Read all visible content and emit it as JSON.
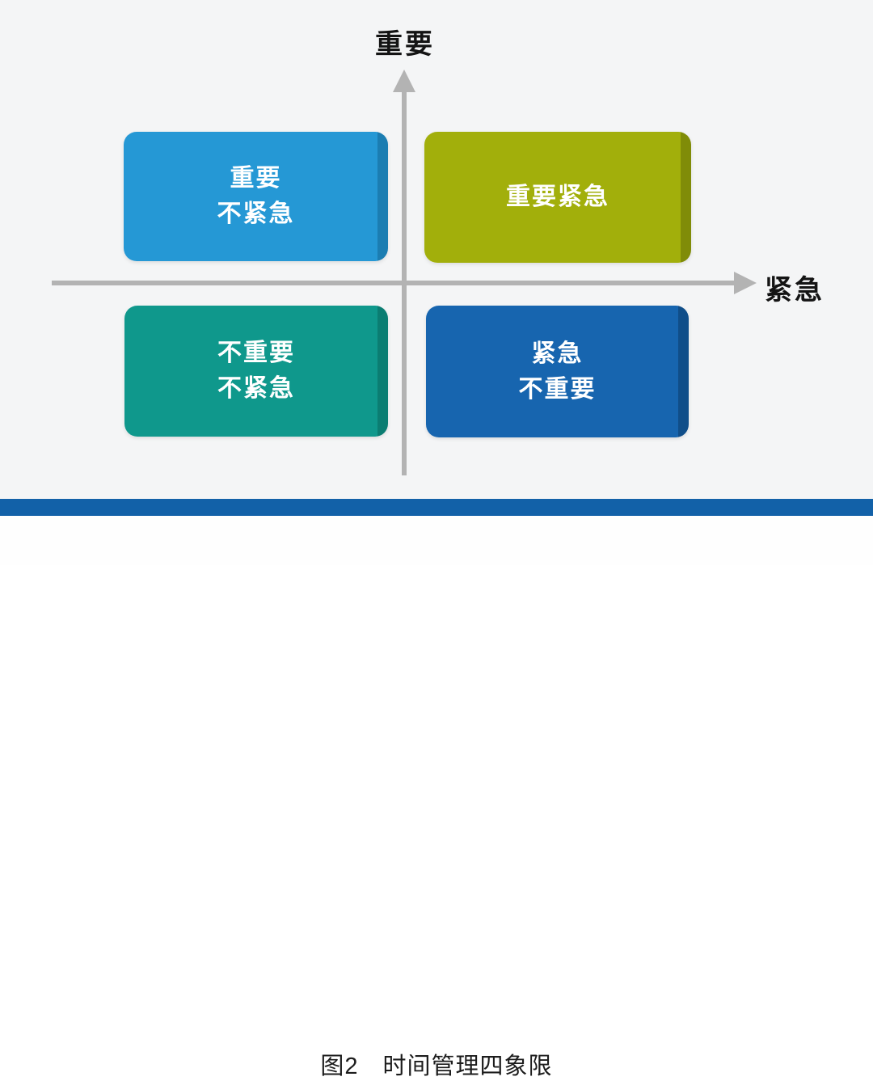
{
  "figure": {
    "axes": {
      "y_label": "重要",
      "x_label": "紧急",
      "axis_color": "#b3b3b3"
    },
    "quadrants": [
      {
        "position": "top-left",
        "lines": [
          "重要",
          "不紧急"
        ],
        "color": "#2598d5",
        "edge": "#1b7db2"
      },
      {
        "position": "top-right",
        "lines": [
          "重要紧急"
        ],
        "color": "#a2af0b",
        "edge": "#808c08"
      },
      {
        "position": "bottom-left",
        "lines": [
          "不重要",
          "不紧急"
        ],
        "color": "#0f988c",
        "edge": "#0b7d72"
      },
      {
        "position": "bottom-right",
        "lines": [
          "紧急",
          "不重要"
        ],
        "color": "#1765af",
        "edge": "#104e89"
      }
    ],
    "divider_color": "#1261a8",
    "caption": "图2　时间管理四象限"
  }
}
